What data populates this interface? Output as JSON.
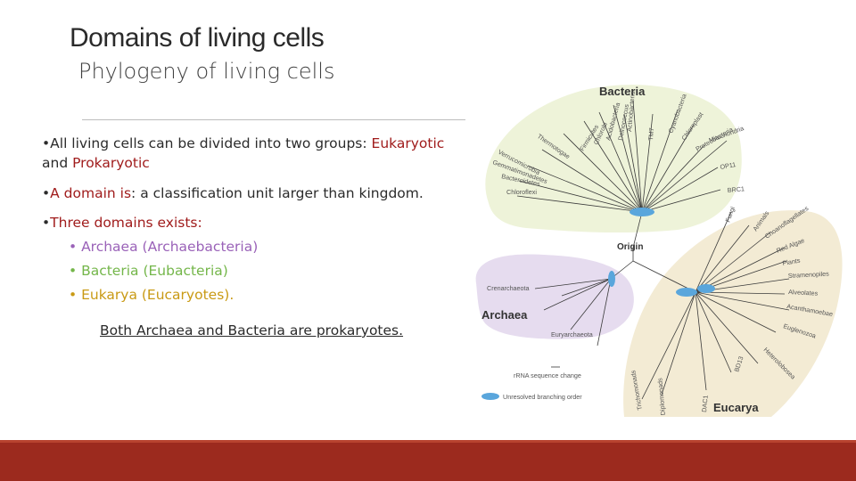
{
  "slide": {
    "title": "Domains of living cells",
    "subtitle": "Phylogeny of living cells",
    "bullet1_pre": "All living cells can be divided into two groups: ",
    "bullet1_em1": "Eukaryotic",
    "bullet1_mid": "and ",
    "bullet1_em2": "Prokaryotic",
    "bullet2_bold": "A domain is",
    "bullet2_rest": ": a classification unit larger than kingdom.",
    "bullet3_bold": "Three domains exists:",
    "sub1": "Archaea (Archaebacteria)",
    "sub2": "Bacteria (Eubacteria)",
    "sub3": "Eukarya (Eucaryotes).",
    "note": "Both Archaea and Bacteria are prokaryotes."
  },
  "colors": {
    "title": "#2a2a2a",
    "emphasis": "#a01c1c",
    "archaea": "#9a62b8",
    "bacteria": "#74b64a",
    "eukarya": "#c99a14",
    "footer": "#9c2a1e",
    "bacteria_region": "#eef3d9",
    "archaea_region": "#e6dcef",
    "eukarya_region": "#f3ebd4",
    "branch_node": "#5aa6dc"
  },
  "diagram": {
    "domains": {
      "bacteria": "Bacteria",
      "archaea": "Archaea",
      "eukarya": "Eucarya",
      "origin": "Origin"
    },
    "bacteria_taxa": [
      "Actinobacteria",
      "Acidobacteria",
      "Chlorobi",
      "Firmicutes",
      "Thermotogae",
      "Verrucomicrobia",
      "Gemmatimonadetes",
      "Bacteroidetes",
      "Chloroflexi",
      "Deinococcus",
      "TM7",
      "Cyanobacteria",
      "Chloroplast",
      "Proteobacteria",
      "Mitochondria",
      "OP11",
      "BRC1"
    ],
    "archaea_taxa": [
      "Crenarchaeota",
      "Euryarchaeota"
    ],
    "eukarya_taxa": [
      "Fungi",
      "Animals",
      "Choanoflagellates",
      "Red Algae",
      "Plants",
      "Stramenopiles",
      "Alveolates",
      "Acanthamoebae",
      "Euglenozoa",
      "Heterolobosea",
      "BD13",
      "DAC1",
      "Diplomonads",
      "Trichomonads"
    ],
    "legend": {
      "scale_label": "rRNA sequence change",
      "unresolved_label": "Unresolved branching order"
    }
  }
}
